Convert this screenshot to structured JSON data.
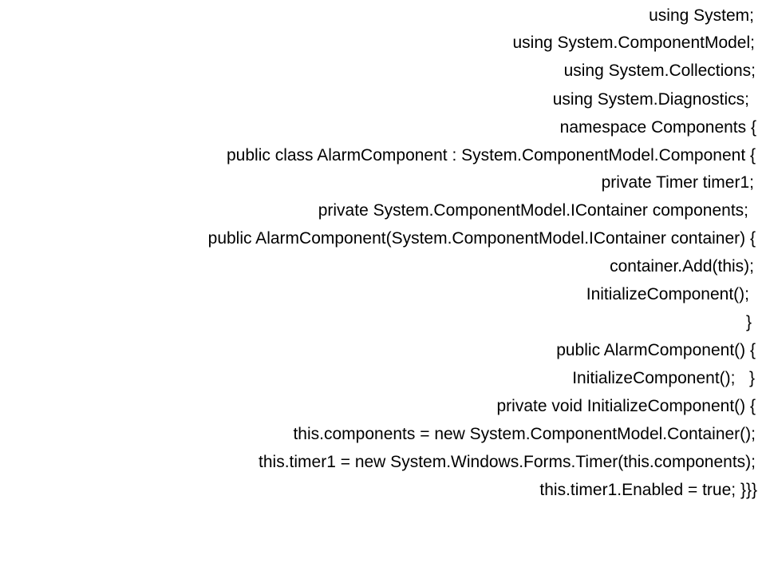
{
  "code": {
    "lines": [
      "using System;",
      "using System.ComponentModel;",
      "using System.Collections;",
      "using System.Diagnostics;",
      "namespace Components {",
      "public class AlarmComponent : System.ComponentModel.Component {",
      "private Timer timer1;",
      "private System.ComponentModel.IContainer components;",
      "public AlarmComponent(System.ComponentModel.IContainer container) {",
      "container.Add(this);",
      "InitializeComponent();",
      "}",
      "public AlarmComponent() {",
      "InitializeComponent();   }",
      "private void InitializeComponent() {",
      "this.components = new System.ComponentModel.Container();",
      "this.timer1 = new System.Windows.Forms.Timer(this.components);",
      "this.timer1.Enabled = true; }}}"
    ]
  }
}
